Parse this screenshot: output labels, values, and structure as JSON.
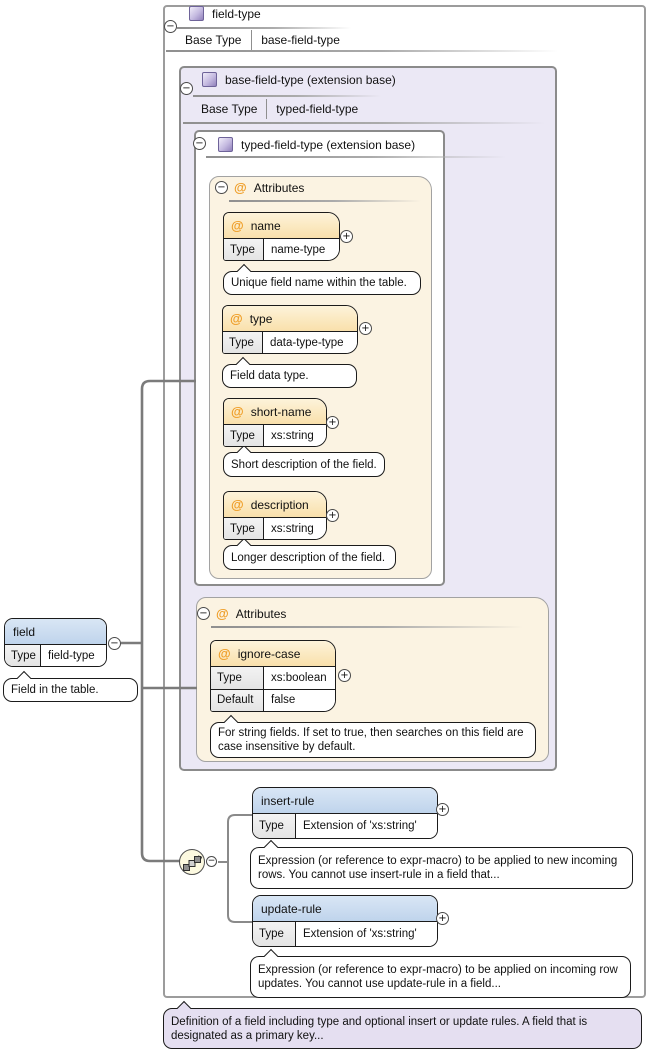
{
  "labels": {
    "base_type": "Base Type",
    "type": "Type",
    "default": "Default",
    "attributes": "Attributes"
  },
  "root_type": {
    "name": "field-type",
    "base": "base-field-type"
  },
  "base_type": {
    "name": "base-field-type (extension base)",
    "base": "typed-field-type"
  },
  "typed_type": {
    "name": "typed-field-type (extension base)"
  },
  "typed_attributes": [
    {
      "name": "name",
      "type": "name-type",
      "doc": "Unique field name within the table."
    },
    {
      "name": "type",
      "type": "data-type-type",
      "doc": "Field data type."
    },
    {
      "name": "short-name",
      "type": "xs:string",
      "doc": "Short description of the field."
    },
    {
      "name": "description",
      "type": "xs:string",
      "doc": "Longer description of the field."
    }
  ],
  "base_attributes": [
    {
      "name": "ignore-case",
      "type": "xs:boolean",
      "default": "false",
      "doc": "For string fields. If set to true, then searches on this field are case insensitive by default."
    }
  ],
  "element": {
    "name": "field",
    "type": "field-type",
    "doc": "Field in the table."
  },
  "child_elements": [
    {
      "name": "insert-rule",
      "type": "Extension of 'xs:string'",
      "doc": "Expression (or reference to expr-macro) to be applied to new incoming rows. You cannot use insert-rule in a field that..."
    },
    {
      "name": "update-rule",
      "type": "Extension of 'xs:string'",
      "doc": "Expression (or reference to expr-macro) to be applied on incoming row updates. You cannot use update-rule in a field..."
    }
  ],
  "footer_doc": "Definition of a field including type and optional insert or update rules. A field that is designated as a primary key...",
  "icons": {
    "collapse": "−",
    "expand": "+",
    "attribute": "@"
  }
}
